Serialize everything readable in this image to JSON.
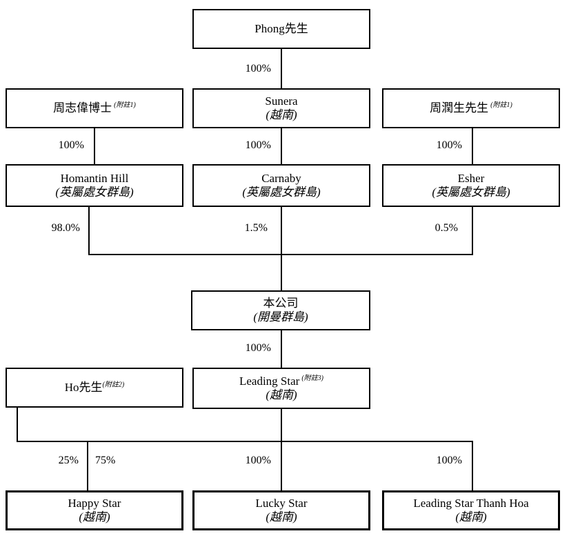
{
  "diagram": {
    "title": "Corporate shareholding structure chart",
    "line_color": "#000000",
    "background": "#ffffff"
  },
  "nodes": {
    "phong": {
      "name": "Phong先生",
      "jurisdiction": "",
      "note": ""
    },
    "chow_chi_wai": {
      "name": "周志偉博士",
      "jurisdiction": "",
      "note": "(附註1)"
    },
    "sunera": {
      "name": "Sunera",
      "jurisdiction": "(越南)",
      "note": ""
    },
    "chow_yun_sang": {
      "name": "周潤生先生",
      "jurisdiction": "",
      "note": "(附註1)"
    },
    "homantin_hill": {
      "name": "Homantin Hill",
      "jurisdiction": "(英屬處女群島)",
      "note": ""
    },
    "carnaby": {
      "name": "Carnaby",
      "jurisdiction": "(英屬處女群島)",
      "note": ""
    },
    "esher": {
      "name": "Esher",
      "jurisdiction": "(英屬處女群島)",
      "note": ""
    },
    "company": {
      "name": "本公司",
      "jurisdiction": "(開曼群島)",
      "note": ""
    },
    "ho": {
      "name": "Ho先生",
      "jurisdiction": "",
      "note": "(附註2)"
    },
    "leading_star": {
      "name": "Leading Star",
      "jurisdiction": "(越南)",
      "note": "(附註3)"
    },
    "happy_star": {
      "name": "Happy Star",
      "jurisdiction": "(越南)",
      "note": ""
    },
    "lucky_star": {
      "name": "Lucky Star",
      "jurisdiction": "(越南)",
      "note": ""
    },
    "leading_star_thanh_hoa": {
      "name": "Leading Star Thanh Hoa",
      "jurisdiction": "(越南)",
      "note": ""
    }
  },
  "percentages": {
    "phong_to_sunera": "100%",
    "chow_chi_wai_to_homantin": "100%",
    "sunera_to_carnaby": "100%",
    "chow_yun_sang_to_esher": "100%",
    "homantin_to_company": "98.0%",
    "carnaby_to_company": "1.5%",
    "esher_to_company": "0.5%",
    "company_to_leading_star": "100%",
    "ho_to_happy_star": "25%",
    "leading_star_to_happy_star": "75%",
    "leading_star_to_lucky_star": "100%",
    "leading_star_to_thanh_hoa": "100%"
  }
}
